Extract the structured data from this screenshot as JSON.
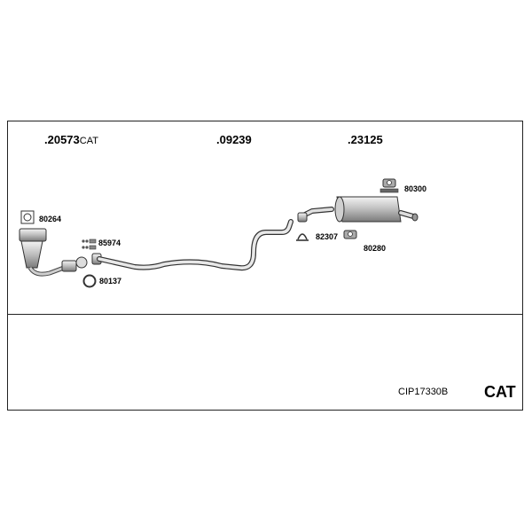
{
  "groups": [
    {
      "label": ".20573",
      "suffix": "CAT"
    },
    {
      "label": ".09239"
    },
    {
      "label": ".23125"
    }
  ],
  "parts": [
    "80264",
    "85974",
    "80137",
    "82307",
    "80280",
    "80300"
  ],
  "footer": {
    "code": "CIP17330B",
    "cat": "CAT"
  }
}
